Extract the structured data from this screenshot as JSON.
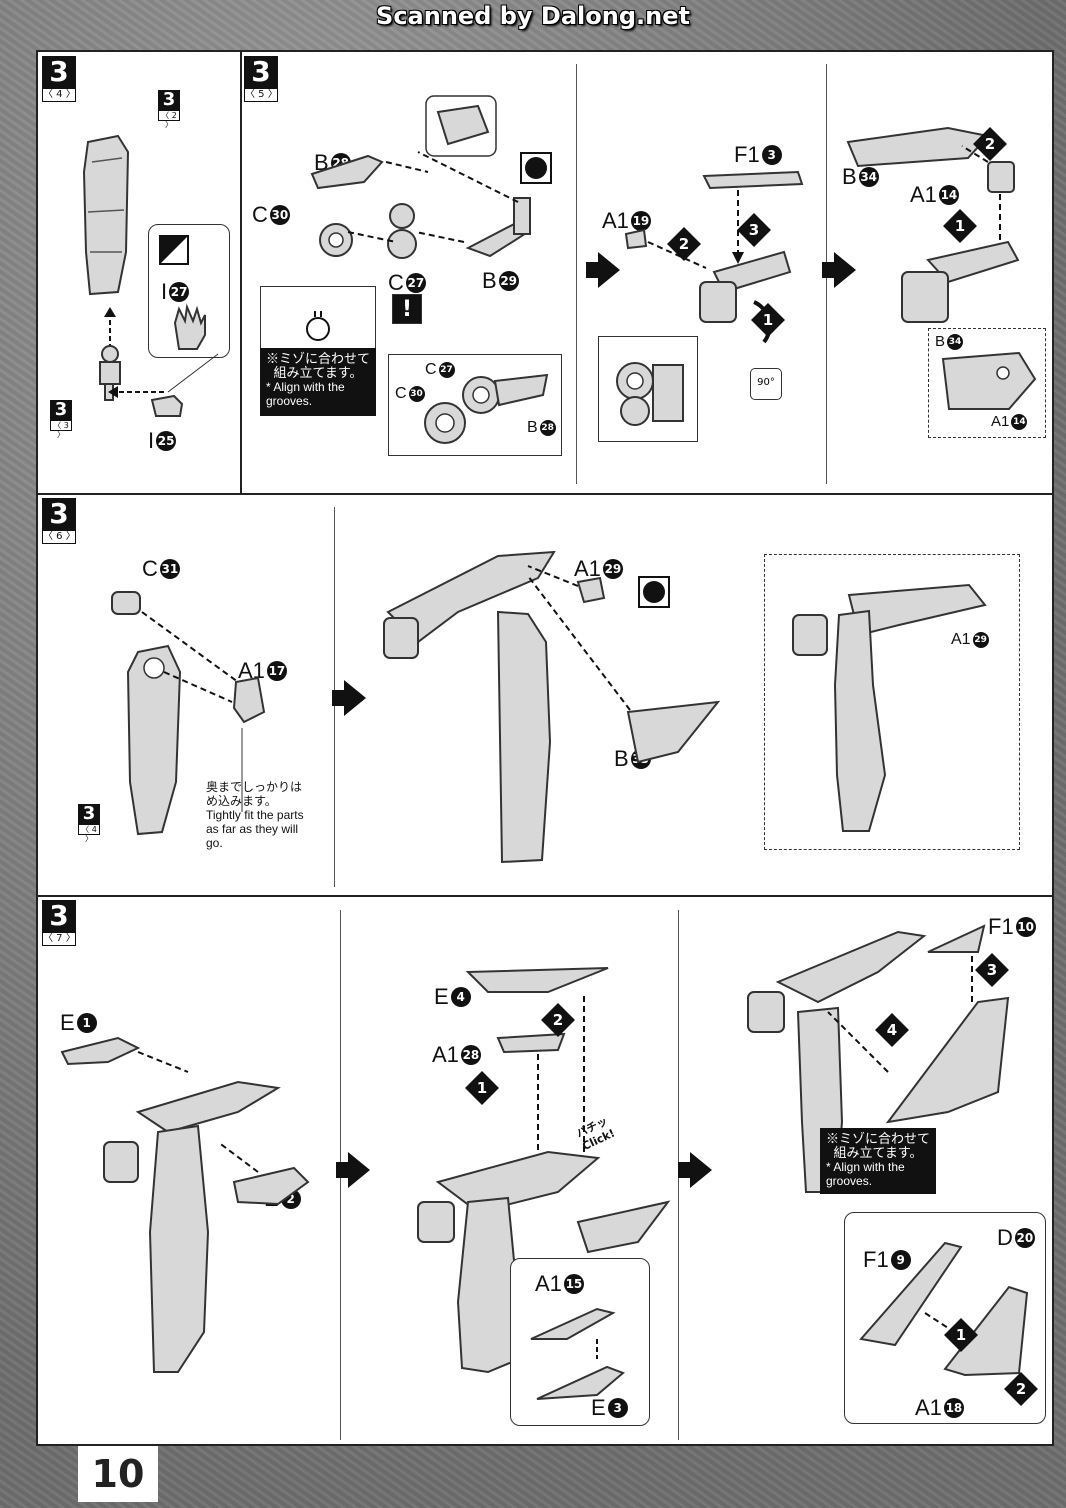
{
  "header": {
    "watermark": "Scanned by Dalong.net"
  },
  "page_number": "10",
  "steps": {
    "s4": {
      "num": "3",
      "sub": "〈 4 〉"
    },
    "s5": {
      "num": "3",
      "sub": "〈 5 〉"
    },
    "s6": {
      "num": "3",
      "sub": "〈 6 〉"
    },
    "s7": {
      "num": "3",
      "sub": "〈 7 〉"
    }
  },
  "refs": {
    "r2": {
      "num": "3",
      "sub": "〈 2 〉"
    },
    "r3": {
      "num": "3",
      "sub": "〈 3 〉"
    },
    "r4": {
      "num": "3",
      "sub": "〈 4 〉"
    }
  },
  "parts": {
    "I27": {
      "letter": "I",
      "num": "27"
    },
    "I25": {
      "letter": "I",
      "num": "25"
    },
    "B28": {
      "letter": "B",
      "num": "28"
    },
    "C30": {
      "letter": "C",
      "num": "30"
    },
    "C27": {
      "letter": "C",
      "num": "27"
    },
    "B29": {
      "letter": "B",
      "num": "29"
    },
    "box_C27": {
      "letter": "C",
      "num": "27"
    },
    "box_C30": {
      "letter": "C",
      "num": "30"
    },
    "box_B28": {
      "letter": "B",
      "num": "28"
    },
    "F13": {
      "letter": "F1",
      "num": "3"
    },
    "A119": {
      "letter": "A1",
      "num": "19"
    },
    "B34": {
      "letter": "B",
      "num": "34"
    },
    "A114": {
      "letter": "A1",
      "num": "14"
    },
    "box_B34": {
      "letter": "B",
      "num": "34"
    },
    "box_A114": {
      "letter": "A1",
      "num": "14"
    },
    "C31": {
      "letter": "C",
      "num": "31"
    },
    "A117": {
      "letter": "A1",
      "num": "17"
    },
    "A129": {
      "letter": "A1",
      "num": "29"
    },
    "B33": {
      "letter": "B",
      "num": "33"
    },
    "box_A129": {
      "letter": "A1",
      "num": "29"
    },
    "E1": {
      "letter": "E",
      "num": "1"
    },
    "E2": {
      "letter": "E",
      "num": "2"
    },
    "E4": {
      "letter": "E",
      "num": "4"
    },
    "A128": {
      "letter": "A1",
      "num": "28"
    },
    "A115": {
      "letter": "A1",
      "num": "15"
    },
    "E3": {
      "letter": "E",
      "num": "3"
    },
    "F110": {
      "letter": "F1",
      "num": "10"
    },
    "F19": {
      "letter": "F1",
      "num": "9"
    },
    "D20": {
      "letter": "D",
      "num": "20"
    },
    "A118": {
      "letter": "A1",
      "num": "18"
    }
  },
  "badges": {
    "b1": "1",
    "b2": "2",
    "b3": "3",
    "b4": "4"
  },
  "notes": {
    "groove_jp": "※ミゾに合わせて組み立てます。",
    "groove_en": "* Align with the grooves.",
    "fit_jp": "奥までしっかりはめ込みます。",
    "fit_en": "Tightly fit the parts as far as they will go.",
    "rotate": "90°",
    "click_jp": "パチッ",
    "click_en": "Click!",
    "warning": "!"
  }
}
